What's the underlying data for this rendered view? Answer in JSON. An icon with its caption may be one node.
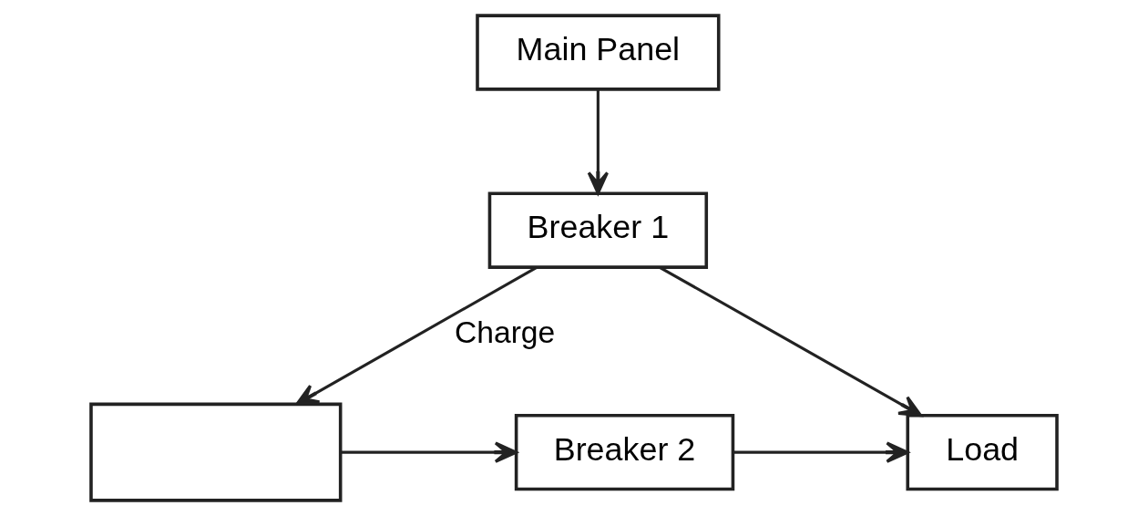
{
  "diagram": {
    "nodes": [
      {
        "text": [
          "Main Panel"
        ]
      },
      {
        "text": [
          "Breaker 1"
        ]
      },
      {
        "text": [
          "Load"
        ]
      },
      {
        "text": [
          "Breaker 2"
        ]
      },
      {
        "text": [],
        "shape": "box"
      }
    ],
    "edges": [
      {
        "from": 0,
        "to": 1,
        "arrow": "to"
      },
      {
        "from": 1,
        "to": 2,
        "arrow": "to"
      },
      {
        "from": 1,
        "to": 4,
        "arrow": "to",
        "label": "Charge"
      },
      {
        "from": 4,
        "to": 3,
        "arrow": "to"
      },
      {
        "from": 3,
        "to": 2,
        "arrow": "to"
      }
    ]
  }
}
